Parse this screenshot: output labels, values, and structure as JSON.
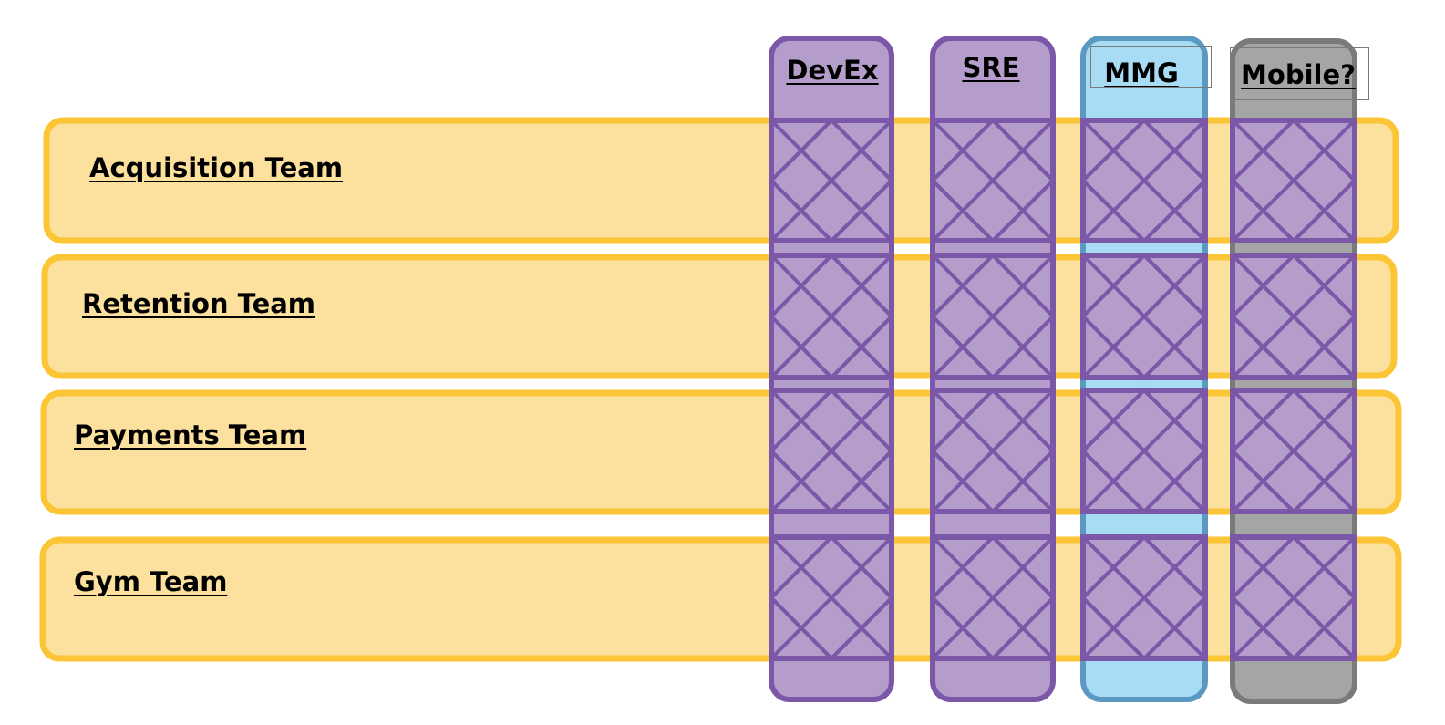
{
  "colors": {
    "team_fill": "#fce09e",
    "team_stroke": "#fbc535",
    "purple_fill": "#b49ccb",
    "purple_stroke": "#7b57a8",
    "blue_fill": "#a7dcf4",
    "blue_stroke": "#5b99c3",
    "gray_fill": "#a5a5a5",
    "gray_stroke": "#7a7a7a"
  },
  "teams": [
    {
      "label": "Acquisition Team"
    },
    {
      "label": "Retention Team"
    },
    {
      "label": "Payments Team"
    },
    {
      "label": "Gym Team"
    }
  ],
  "columns": [
    {
      "label": "DevEx",
      "fill": "#b49ccb",
      "stroke": "#7b57a8"
    },
    {
      "label": "SRE",
      "fill": "#b49ccb",
      "stroke": "#7b57a8"
    },
    {
      "label": "MMG",
      "fill": "#a7dcf4",
      "stroke": "#5b99c3"
    },
    {
      "label": "Mobile?",
      "fill": "#a5a5a5",
      "stroke": "#7a7a7a"
    }
  ]
}
